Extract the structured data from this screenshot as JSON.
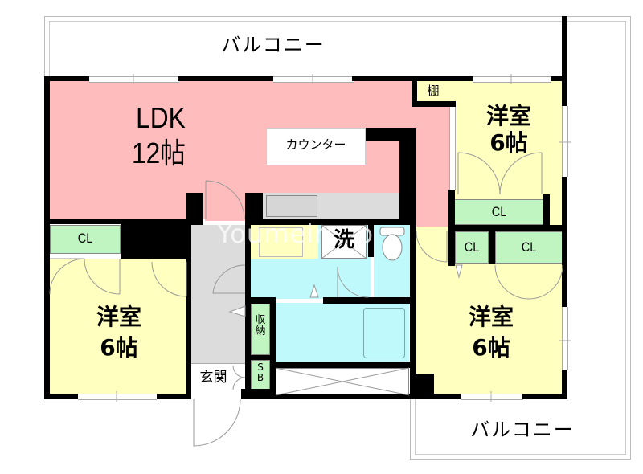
{
  "balconies": {
    "top": {
      "label": "バルコニー"
    },
    "bottom_right": {
      "label": "バルコニー"
    }
  },
  "rooms": {
    "ldk": {
      "name": "LDK",
      "size": "12帖",
      "color": "#ffbcbc"
    },
    "counter": {
      "label": "カウンター"
    },
    "shelf": {
      "label": "棚"
    },
    "western_top_right": {
      "name": "洋室",
      "size": "6帖",
      "color": "#ffffc0"
    },
    "western_left": {
      "name": "洋室",
      "size": "6帖",
      "color": "#ffffc0"
    },
    "western_bottom_right": {
      "name": "洋室",
      "size": "6帖",
      "color": "#ffffc0"
    },
    "laundry": {
      "label": "洗"
    },
    "storage": {
      "label": "収\n納"
    },
    "shoe_box": {
      "label": "S\nB"
    },
    "entrance": {
      "label": "玄関"
    }
  },
  "closets": {
    "left": {
      "label": "CL"
    },
    "top_right": {
      "label": "CL"
    },
    "bottom_right_a": {
      "label": "CL"
    },
    "bottom_right_b": {
      "label": "CL"
    }
  },
  "watermark": {
    "text": "Youmeimap"
  },
  "colors": {
    "ldk": "#ffbcbc",
    "western": "#ffffc0",
    "closet": "#c0f4c0",
    "wet_area": "#bff9fb",
    "hallway": "#dcdcdc",
    "wall": "#000000"
  }
}
